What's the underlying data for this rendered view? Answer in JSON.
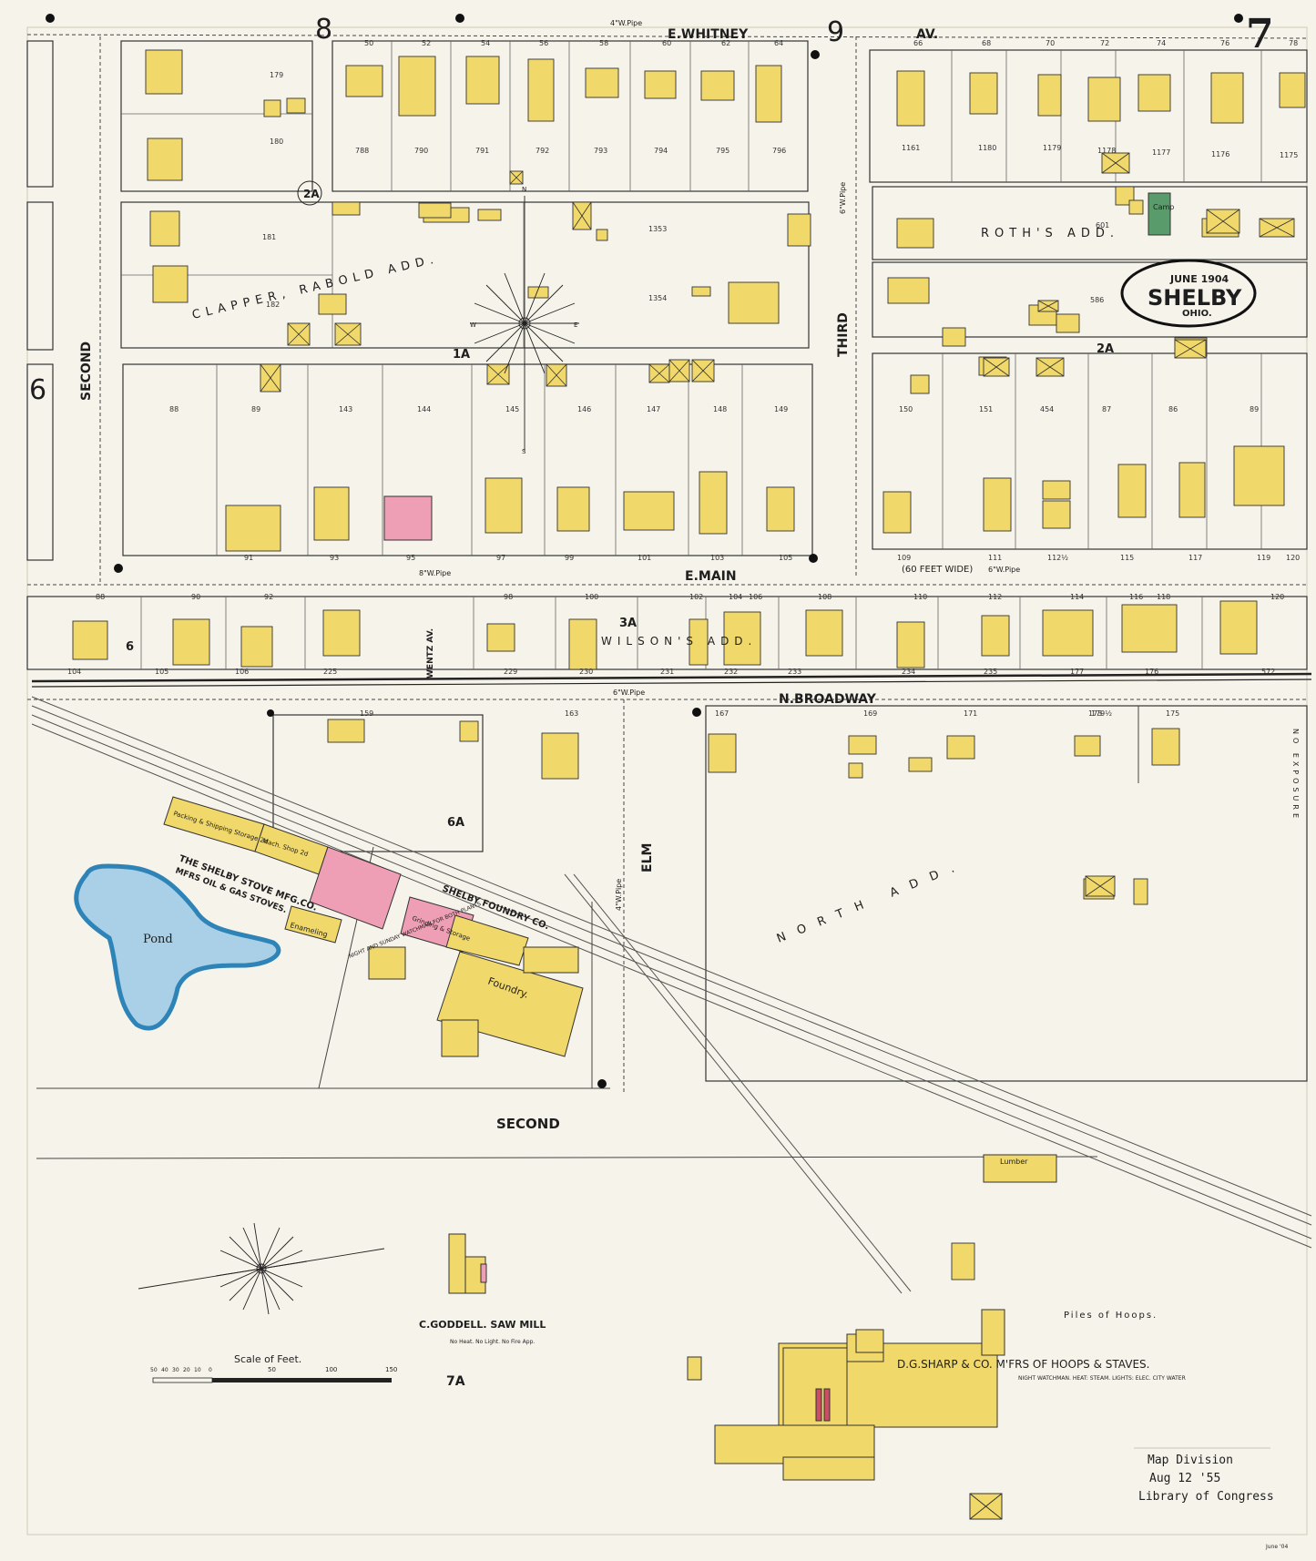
{
  "sheet": {
    "number": "7",
    "town": "SHELBY",
    "state": "OHIO.",
    "date": "JUNE 1904"
  },
  "streets": {
    "e_whitney": "E.WHITNEY",
    "av": "AV.",
    "e_main": "E.MAIN",
    "n_broadway": "N.BROADWAY",
    "second_v": "SECOND",
    "second_h": "SECOND",
    "third": "THIRD",
    "elm": "ELM",
    "wentz": "WENTZ AV.",
    "wide_note": "(60 FEET WIDE)"
  },
  "additions": {
    "clapper": "CLAPPER, RABOLD ADD.",
    "roths": "ROTH'S ADD.",
    "wilsons": "WILSON'S ADD.",
    "north": "NORTH ADD."
  },
  "block_labels": [
    "1A",
    "2A",
    "2A",
    "3A",
    "6A",
    "7A",
    "6"
  ],
  "side_numbers": [
    "8",
    "9",
    "6"
  ],
  "pipe_labels": [
    "4\"W.Pipe",
    "8\"W.Pipe",
    "6\"W.Pipe",
    "6\"W.Pipe",
    "4\"W.Pipe",
    "6\"W.Pipe"
  ],
  "industrial": {
    "stove_co": "THE SHELBY STOVE MFG.CO.",
    "stove_sub": "MFRS OIL & GAS STOVES.",
    "foundry_co": "SHELBY FOUNDRY CO.",
    "foundry": "Foundry.",
    "pond": "Pond",
    "enameling": "Enameling",
    "grinding": "Grinding & Storage",
    "packing": "Packing & Shipping Storage 2d",
    "mach_shop": "Mach. Shop 2d",
    "night_note": "NIGHT AND SUNDAY WATCHMAN FOR BOTH PLANTS",
    "sawmill": "C.GODDELL. SAW MILL",
    "sawmill_note": "No Heat. No Light. No Fire App.",
    "sharp": "D.G.SHARP & CO. M'FRS OF HOOPS & STAVES.",
    "sharp_note": "NIGHT WATCHMAN. HEAT: STEAM. LIGHTS: ELEC. CITY WATER",
    "lumber": "Lumber",
    "piles": "Piles of Hoops.",
    "camp": "Camp",
    "no_exposure": "NO EXPOSURE"
  },
  "house_numbers": {
    "whitney_s": [
      "50",
      "52",
      "54",
      "56",
      "58",
      "60",
      "62",
      "64",
      "66",
      "68",
      "70",
      "72",
      "74",
      "76",
      "78"
    ],
    "block_8_n": [
      "788",
      "790",
      "791",
      "792",
      "793",
      "794",
      "795",
      "796"
    ],
    "main_n": [
      "88",
      "89",
      "143",
      "144",
      "145",
      "146",
      "147",
      "148",
      "149",
      "150",
      "151",
      "454",
      "87",
      "86",
      "89"
    ],
    "main_s": [
      "91",
      "93",
      "95",
      "97",
      "99",
      "101",
      "103",
      "105",
      "109",
      "111",
      "112½",
      "115",
      "117",
      "119",
      "120"
    ],
    "main_lower": [
      "88",
      "90",
      "92",
      "98",
      "100",
      "102",
      "104",
      "106",
      "108",
      "110",
      "112",
      "114",
      "116",
      "118",
      "120"
    ],
    "broadway_n": [
      "104",
      "105",
      "106",
      "225",
      "229",
      "230",
      "231",
      "232",
      "233",
      "234",
      "235",
      "177",
      "176",
      "572"
    ],
    "broadway_s": [
      "159",
      "163",
      "167",
      "169",
      "171",
      "173",
      "175",
      "179½"
    ],
    "misc": [
      "179",
      "180",
      "181",
      "182",
      "1353",
      "1354",
      "601",
      "586",
      "1161",
      "1180",
      "1179",
      "1178",
      "1177",
      "1176",
      "1175"
    ]
  },
  "scale": {
    "title": "Scale of Feet.",
    "ticks": [
      "50",
      "40",
      "30",
      "20",
      "10",
      "0",
      "50",
      "100",
      "150"
    ]
  },
  "stamp": {
    "line1": "Map Division",
    "line2": "Aug 12 '55",
    "line3": "Library of Congress"
  },
  "footer_tag": "June '04",
  "colors": {
    "paper": "#f6f3ea",
    "frame": "#ede6cf",
    "dwelling": "#f1d86a",
    "brick": "#ee9fb5",
    "stone": "#7ea9c9",
    "water": "#a9d0e6",
    "water_edge": "#2f84b7",
    "camp": "#5a9b6b",
    "ink": "#1e1e1e"
  }
}
